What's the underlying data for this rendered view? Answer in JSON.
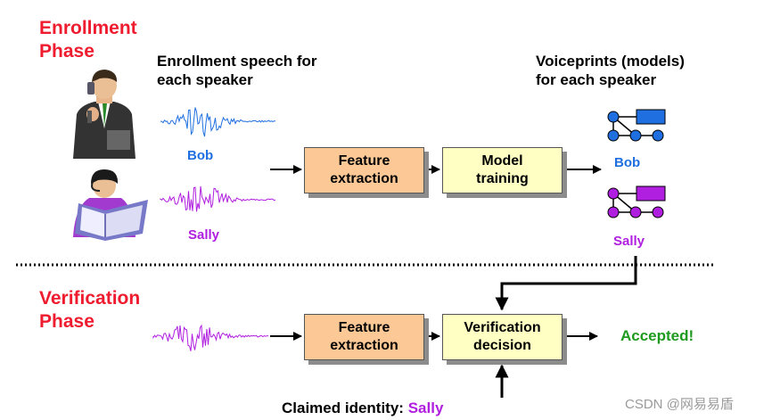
{
  "enrollment": {
    "phase_line1": "Enrollment",
    "phase_line2": "Phase",
    "speech_line1": "Enrollment speech for",
    "speech_line2": "each speaker",
    "voiceprints_line1": "Voiceprints (models)",
    "voiceprints_line2": "for each speaker",
    "speaker1": "Bob",
    "speaker2": "Sally",
    "feature_box": "Feature\nextraction",
    "model_box": "Model\ntraining",
    "model_label1": "Bob",
    "model_label2": "Sally"
  },
  "verification": {
    "phase_line1": "Verification",
    "phase_line2": "Phase",
    "feature_box": "Feature\nextraction",
    "decision_box": "Verification\ndecision",
    "result": "Accepted!",
    "claimed_prefix": "Claimed identity:",
    "claimed_name": "Sally"
  },
  "watermark": "CSDN @网易易盾",
  "colors": {
    "phase_title": "#ee1c2e",
    "bob": "#1f6fe0",
    "sally": "#b01ee0",
    "accepted": "#1e9a1e",
    "feature_box_fill": "#fbc896",
    "model_box_fill": "#ffffc4"
  }
}
